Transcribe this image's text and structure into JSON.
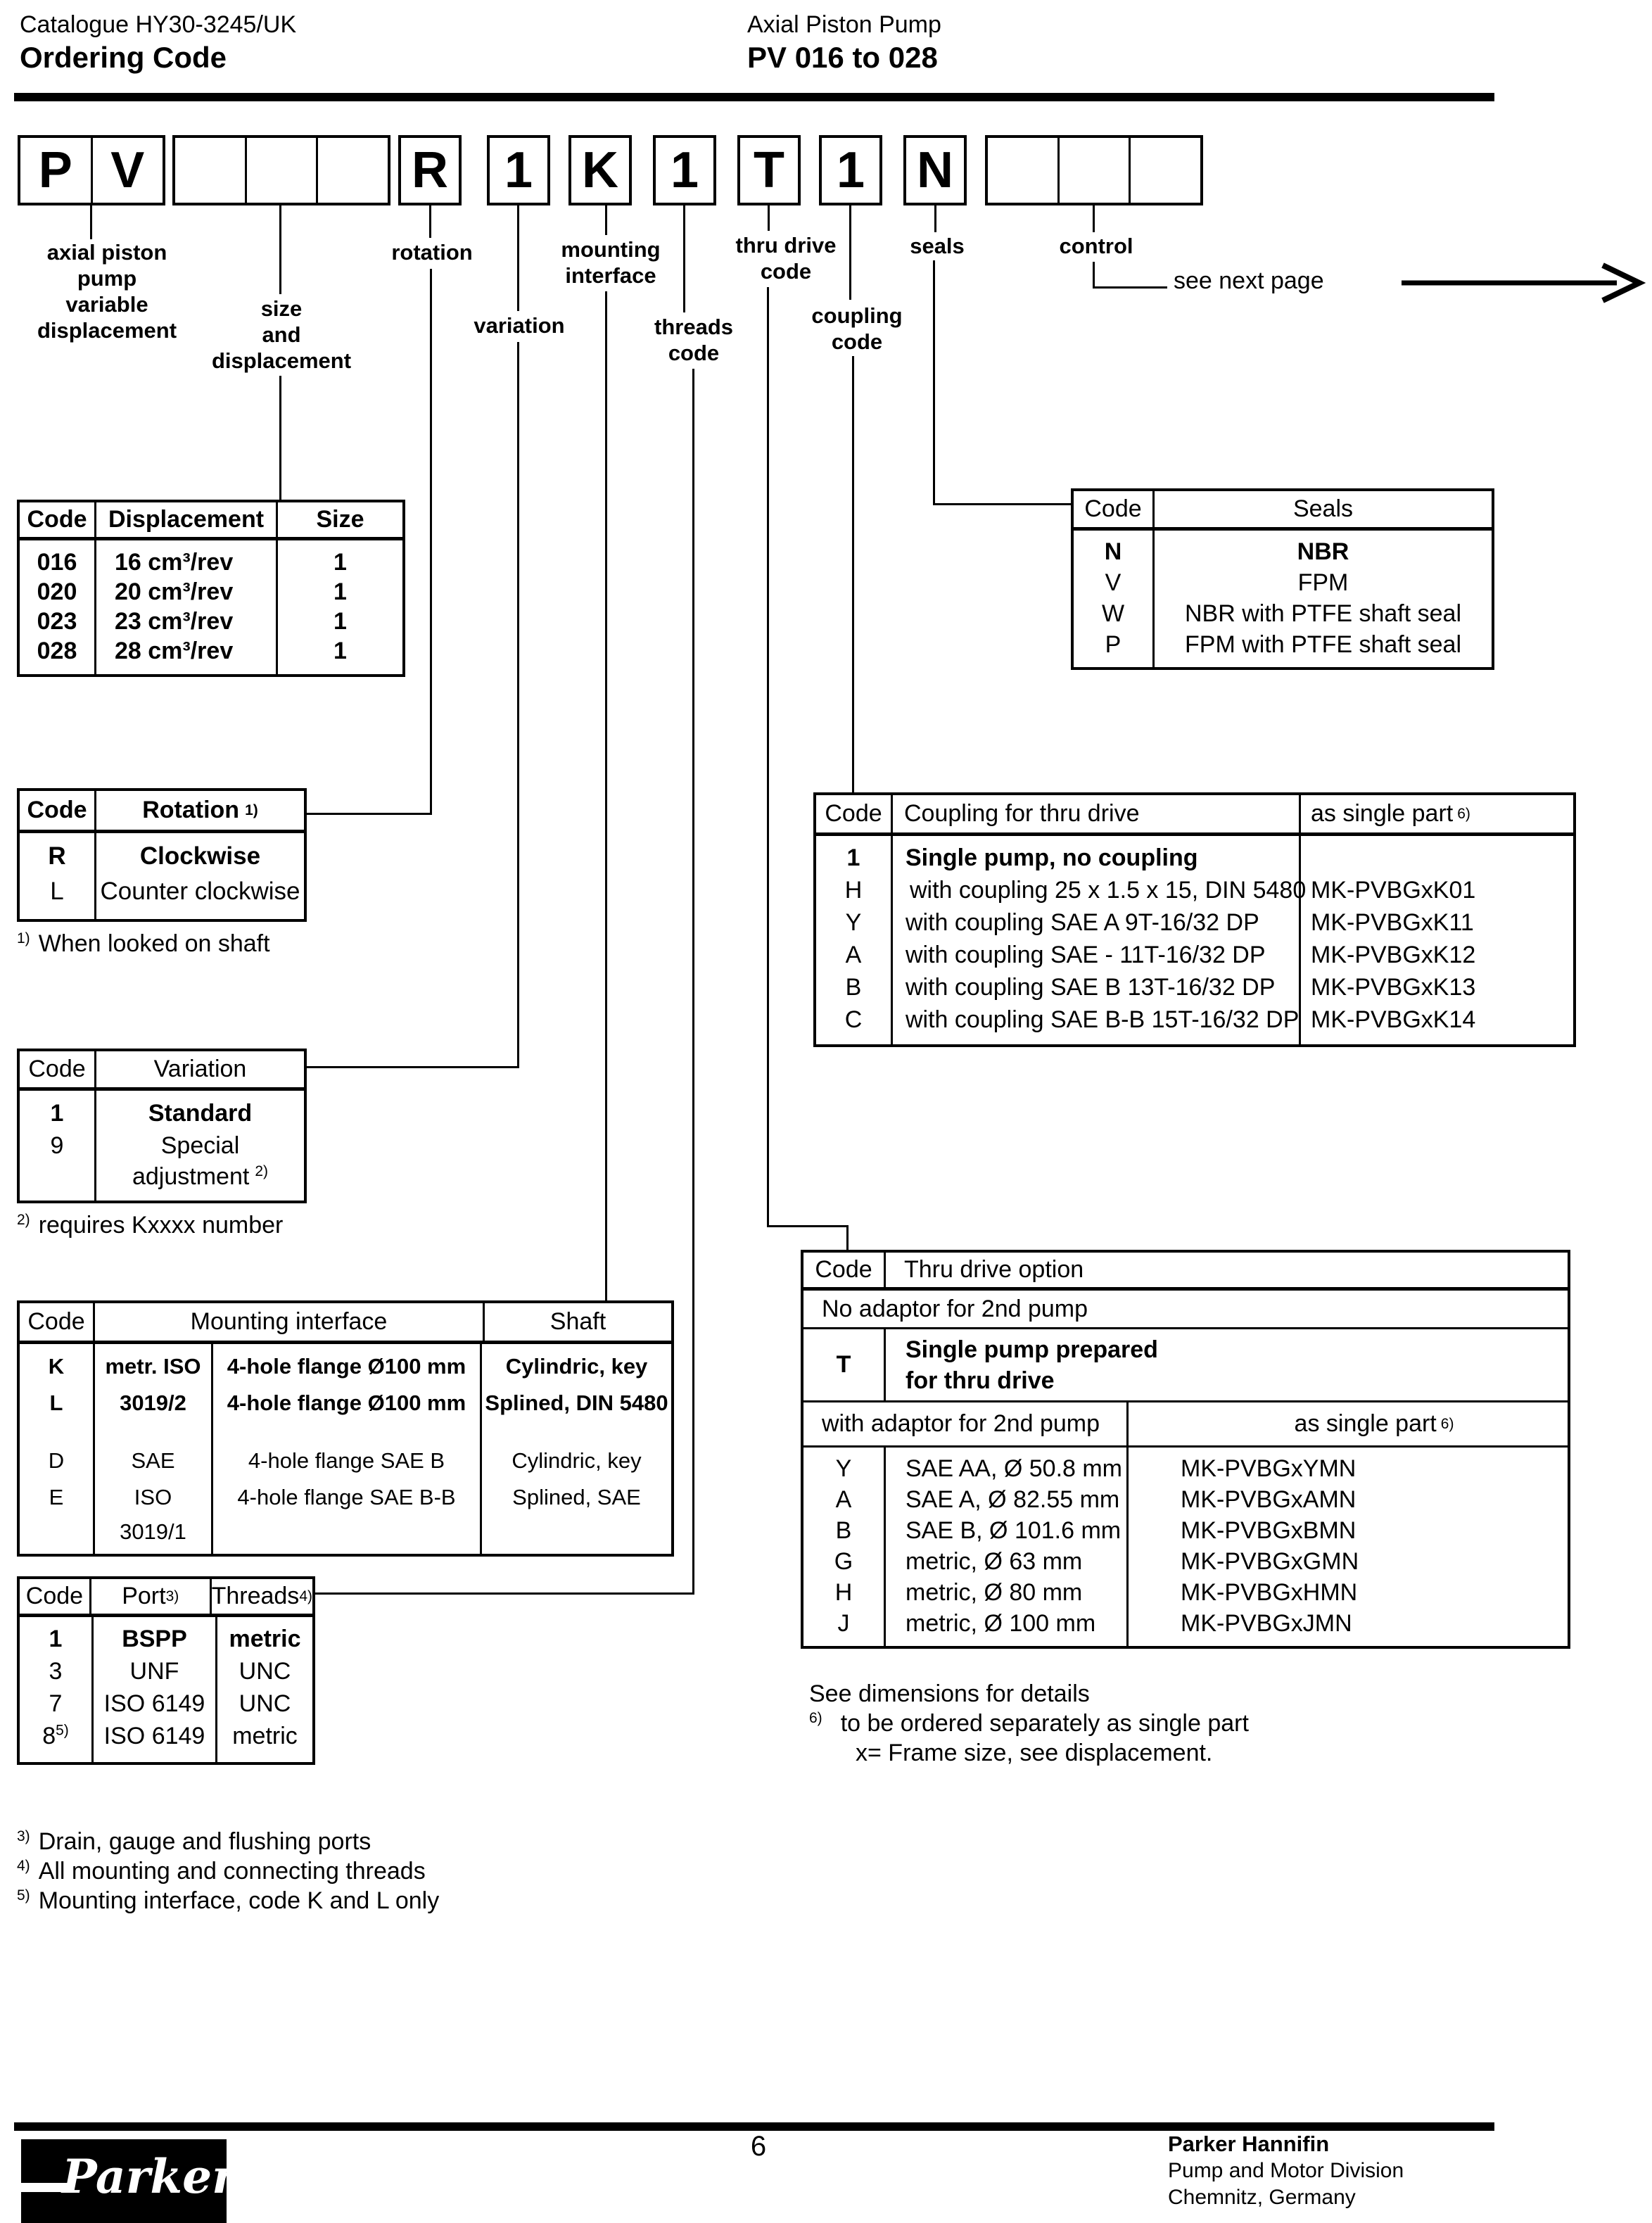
{
  "colors": {
    "ink": "#000000",
    "paper": "#ffffff"
  },
  "header": {
    "catalogue": "Catalogue HY30-3245/UK",
    "title": "Ordering Code",
    "product": "Axial Piston Pump",
    "range": "PV 016 to 028"
  },
  "order_code": {
    "cells": [
      "P",
      "V",
      "",
      "",
      "",
      "R",
      "1",
      "K",
      "1",
      "T",
      "1",
      "N",
      "",
      "",
      ""
    ]
  },
  "labels": {
    "pump": "axial piston\npump\nvariable\ndisplacement",
    "size": "size\nand\ndisplacement",
    "rotation": "rotation",
    "variation": "variation",
    "mounting": "mounting\ninterface",
    "threads": "threads\ncode",
    "thru_drive": "thru drive\ncode",
    "coupling": "coupling\ncode",
    "seals": "seals",
    "control": "control",
    "next": "see next page"
  },
  "tables": {
    "displacement": {
      "h_code": "Code",
      "h_disp": "Displacement",
      "h_size": "Size",
      "rows": [
        [
          "016",
          "16 cm³/rev",
          "1"
        ],
        [
          "020",
          "20 cm³/rev",
          "1"
        ],
        [
          "023",
          "23 cm³/rev",
          "1"
        ],
        [
          "028",
          "28 cm³/rev",
          "1"
        ]
      ]
    },
    "seals": {
      "h_code": "Code",
      "h_seals": "Seals",
      "rows": [
        [
          "N",
          "NBR"
        ],
        [
          "V",
          "FPM"
        ],
        [
          "W",
          "NBR with PTFE shaft seal"
        ],
        [
          "P",
          "FPM with PTFE shaft seal"
        ]
      ]
    },
    "rotation": {
      "h_code": "Code",
      "h_rot": "Rotation",
      "h_sup": "1)",
      "rows": [
        [
          "R",
          "Clockwise"
        ],
        [
          "L",
          "Counter clockwise"
        ]
      ],
      "fn_sup": "1)",
      "fn": "When looked on shaft"
    },
    "coupling": {
      "h_code": "Code",
      "h_cpl": "Coupling for thru drive",
      "h_part": "as single part",
      "h_part_sup": "6)",
      "rows": [
        [
          "1",
          "Single pump, no coupling",
          ""
        ],
        [
          "H",
          "with coupling 25 x 1.5 x 15, DIN 5480",
          "MK-PVBGxK01"
        ],
        [
          "Y",
          "with coupling SAE A 9T-16/32 DP",
          "MK-PVBGxK11"
        ],
        [
          "A",
          "with coupling SAE - 11T-16/32 DP",
          "MK-PVBGxK12"
        ],
        [
          "B",
          "with coupling SAE B 13T-16/32 DP",
          "MK-PVBGxK13"
        ],
        [
          "C",
          "with coupling SAE B-B 15T-16/32 DP",
          "MK-PVBGxK14"
        ]
      ]
    },
    "variation": {
      "h_code": "Code",
      "h_var": "Variation",
      "r1_code": "1",
      "r1_val": "Standard",
      "r2_code": "9",
      "r2_l1": "Special",
      "r2_l2": "adjustment",
      "r2_sup": "2)",
      "fn_sup": "2)",
      "fn": "requires Kxxxx number"
    },
    "mounting": {
      "h_code": "Code",
      "h_mnt": "Mounting interface",
      "h_shaft": "Shaft",
      "rows": [
        [
          "K",
          "metr. ISO",
          "4-hole flange Ø100 mm",
          "Cylindric, key"
        ],
        [
          "L",
          "3019/2",
          "4-hole flange Ø100 mm",
          "Splined, DIN 5480"
        ],
        [
          "D",
          "SAE",
          "4-hole flange SAE B",
          "Cylindric, key"
        ],
        [
          "E",
          "ISO",
          "4-hole flange SAE B-B",
          "Splined, SAE"
        ]
      ],
      "extra": "3019/1"
    },
    "thru_drive": {
      "h_code": "Code",
      "h_opt": "Thru drive option",
      "no_adaptor": "No adaptor for 2nd pump",
      "t_code": "T",
      "t_l1": "Single pump prepared",
      "t_l2": "for thru drive",
      "with_adaptor": "with adaptor for 2nd pump",
      "part_label": "as single part",
      "part_sup": "6)",
      "rows": [
        [
          "Y",
          "SAE AA, Ø 50.8 mm",
          "MK-PVBGxYMN"
        ],
        [
          "A",
          "SAE A, Ø 82.55 mm",
          "MK-PVBGxAMN"
        ],
        [
          "B",
          "SAE B, Ø 101.6 mm",
          "MK-PVBGxBMN"
        ],
        [
          "G",
          "metric, Ø 63 mm",
          "MK-PVBGxGMN"
        ],
        [
          "H",
          "metric, Ø 80 mm",
          "MK-PVBGxHMN"
        ],
        [
          "J",
          "metric, Ø 100 mm",
          "MK-PVBGxJMN"
        ]
      ]
    },
    "ports": {
      "h_code": "Code",
      "h_port": "Port",
      "h_port_sup": "3)",
      "h_thr": "Threads",
      "h_thr_sup": "4)",
      "rows": [
        [
          "1",
          "BSPP",
          "metric"
        ],
        [
          "3",
          "UNF",
          "UNC"
        ],
        [
          "7",
          "ISO 6149",
          "UNC"
        ],
        [
          "8",
          "ISO 6149",
          "metric"
        ]
      ],
      "r4_sup": "5)"
    }
  },
  "notes": {
    "see_dimensions": "See dimensions for details",
    "n6_sup": "6)",
    "n6_text": "to be ordered separately as single part",
    "n6_text2": "x= Frame size, see displacement."
  },
  "footnotes": {
    "f3_sup": "3)",
    "f3": "Drain, gauge and flushing ports",
    "f4_sup": "4)",
    "f4": "All mounting and connecting threads",
    "f5_sup": "5)",
    "f5": "Mounting interface, code K and L only"
  },
  "footer": {
    "page": "6",
    "logo_text": "Parker",
    "company": "Parker Hannifin",
    "division": "Pump and Motor Division",
    "location": "Chemnitz, Germany"
  }
}
